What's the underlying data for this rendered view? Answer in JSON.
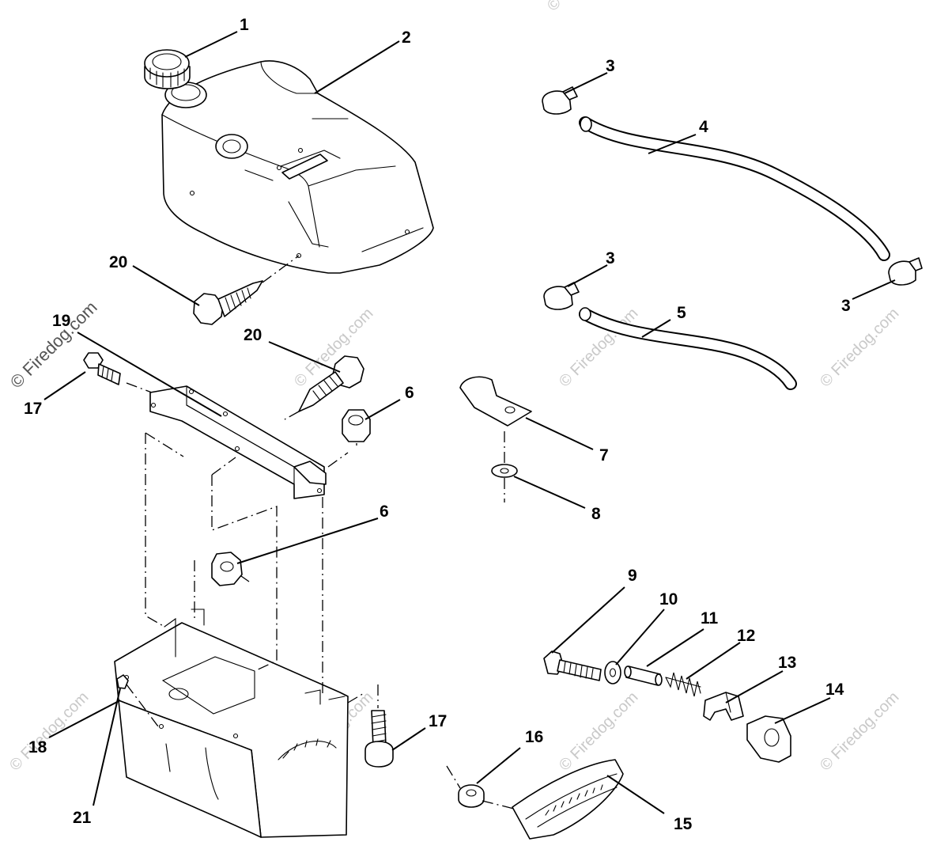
{
  "watermark": {
    "main": "© Firedog.com",
    "tiles": [
      "© Firedog.com",
      "© Firedog.com",
      "© Firedog.com",
      "© Firedog.com",
      "© Firedog.com",
      "© Firedog.com",
      "© Firedog.com",
      "© Firedog.com"
    ]
  },
  "callouts": [
    {
      "id": "c1",
      "label": "1"
    },
    {
      "id": "c2",
      "label": "2"
    },
    {
      "id": "c3a",
      "label": "3"
    },
    {
      "id": "c3b",
      "label": "3"
    },
    {
      "id": "c3c",
      "label": "3"
    },
    {
      "id": "c4",
      "label": "4"
    },
    {
      "id": "c5",
      "label": "5"
    },
    {
      "id": "c6a",
      "label": "6"
    },
    {
      "id": "c6b",
      "label": "6"
    },
    {
      "id": "c7",
      "label": "7"
    },
    {
      "id": "c8",
      "label": "8"
    },
    {
      "id": "c9",
      "label": "9"
    },
    {
      "id": "c10",
      "label": "10"
    },
    {
      "id": "c11",
      "label": "11"
    },
    {
      "id": "c12",
      "label": "12"
    },
    {
      "id": "c13",
      "label": "13"
    },
    {
      "id": "c14",
      "label": "14"
    },
    {
      "id": "c15",
      "label": "15"
    },
    {
      "id": "c16",
      "label": "16"
    },
    {
      "id": "c17a",
      "label": "17"
    },
    {
      "id": "c17b",
      "label": "17"
    },
    {
      "id": "c18",
      "label": "18"
    },
    {
      "id": "c19",
      "label": "19"
    },
    {
      "id": "c20a",
      "label": "20"
    },
    {
      "id": "c20b",
      "label": "20"
    },
    {
      "id": "c21",
      "label": "21"
    }
  ]
}
